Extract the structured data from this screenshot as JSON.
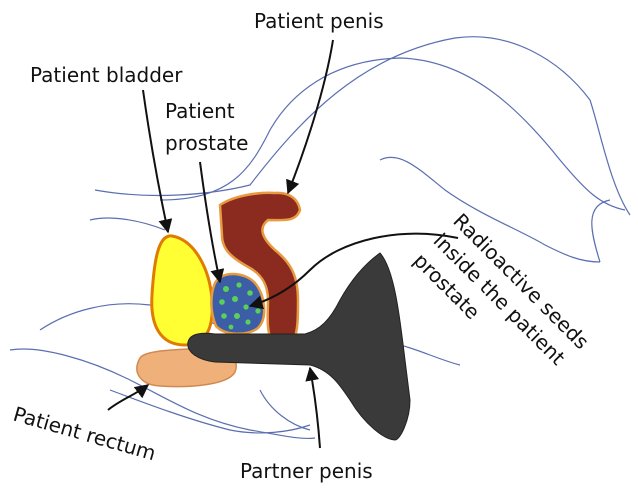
{
  "labels": {
    "penis": "Patient penis",
    "bladder": "Patient bladder",
    "prostate_line1": "Patient",
    "prostate_line2": "prostate",
    "seeds_line1": "Radioactive seeds",
    "seeds_line2": "inside the patient",
    "seeds_line3": "prostate",
    "rectum": "Patient rectum",
    "partner": "Partner penis"
  },
  "colors": {
    "outline": "#5b6fb0",
    "bladder_fill": "#ffff33",
    "bladder_stroke": "#e07b00",
    "prostate_fill": "#3b5ea6",
    "seed_fill": "#5ad05a",
    "penis_fill": "#8b2a1f",
    "penis_stroke": "#e89a40",
    "rectum_fill": "#f0b07a",
    "partner_fill": "#3a3a3a",
    "arrow": "#111111"
  }
}
